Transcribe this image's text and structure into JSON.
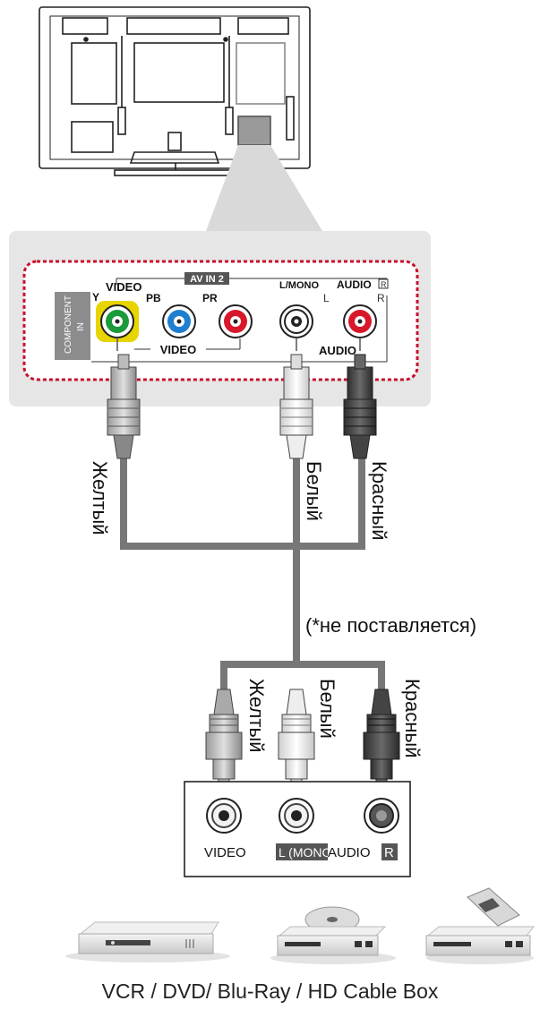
{
  "panel": {
    "section_label": "AV IN 2",
    "component_label_1": "COMPONENT",
    "component_label_2": "IN",
    "video_top": "VIDEO",
    "y_label": "Y",
    "pb_label": "PB",
    "pr_label": "PR",
    "lmono_label": "L/MONO",
    "audio_top": "AUDIO",
    "audio_r_badge": "R",
    "l_label": "L",
    "r_label": "R",
    "video_group": "VIDEO",
    "audio_group": "AUDIO"
  },
  "cable_labels": {
    "yellow": "Желтый",
    "white": "Белый",
    "red": "Красный"
  },
  "note": "(*не поставляется)",
  "device_panel": {
    "video": "VIDEO",
    "l_mono": "L (MONO)",
    "audio": "AUDIO",
    "r": "R"
  },
  "caption": "VCR / DVD/ Blu-Ray / HD Cable Box",
  "colors": {
    "yellow_highlight": "#e8d400",
    "green_jack": "#1a9a3a",
    "blue_jack": "#1e7fd0",
    "red_jack": "#d7182a",
    "dashed_border": "#c8102e",
    "cable_gray": "#777777",
    "panel_bg": "#e6e6e6"
  }
}
